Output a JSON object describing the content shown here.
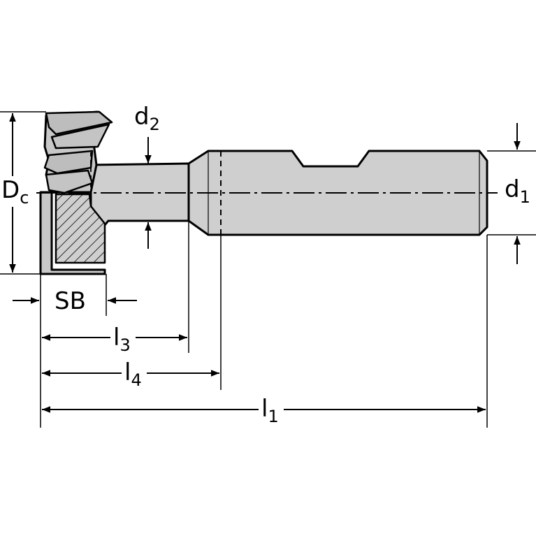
{
  "labels": {
    "dc": {
      "main": "D",
      "sub": "c"
    },
    "d2": {
      "main": "d",
      "sub": "2"
    },
    "d1": {
      "main": "d",
      "sub": "1"
    },
    "sb": {
      "main": "SB"
    },
    "l3": {
      "main": "l",
      "sub": "3"
    },
    "l4": {
      "main": "l",
      "sub": "4"
    },
    "l1": {
      "main": "l",
      "sub": "1"
    }
  },
  "colors": {
    "line": "#000000",
    "body_fill": "#cfcfcf",
    "head_fill": "#c8c8c8",
    "background": "#ffffff"
  }
}
